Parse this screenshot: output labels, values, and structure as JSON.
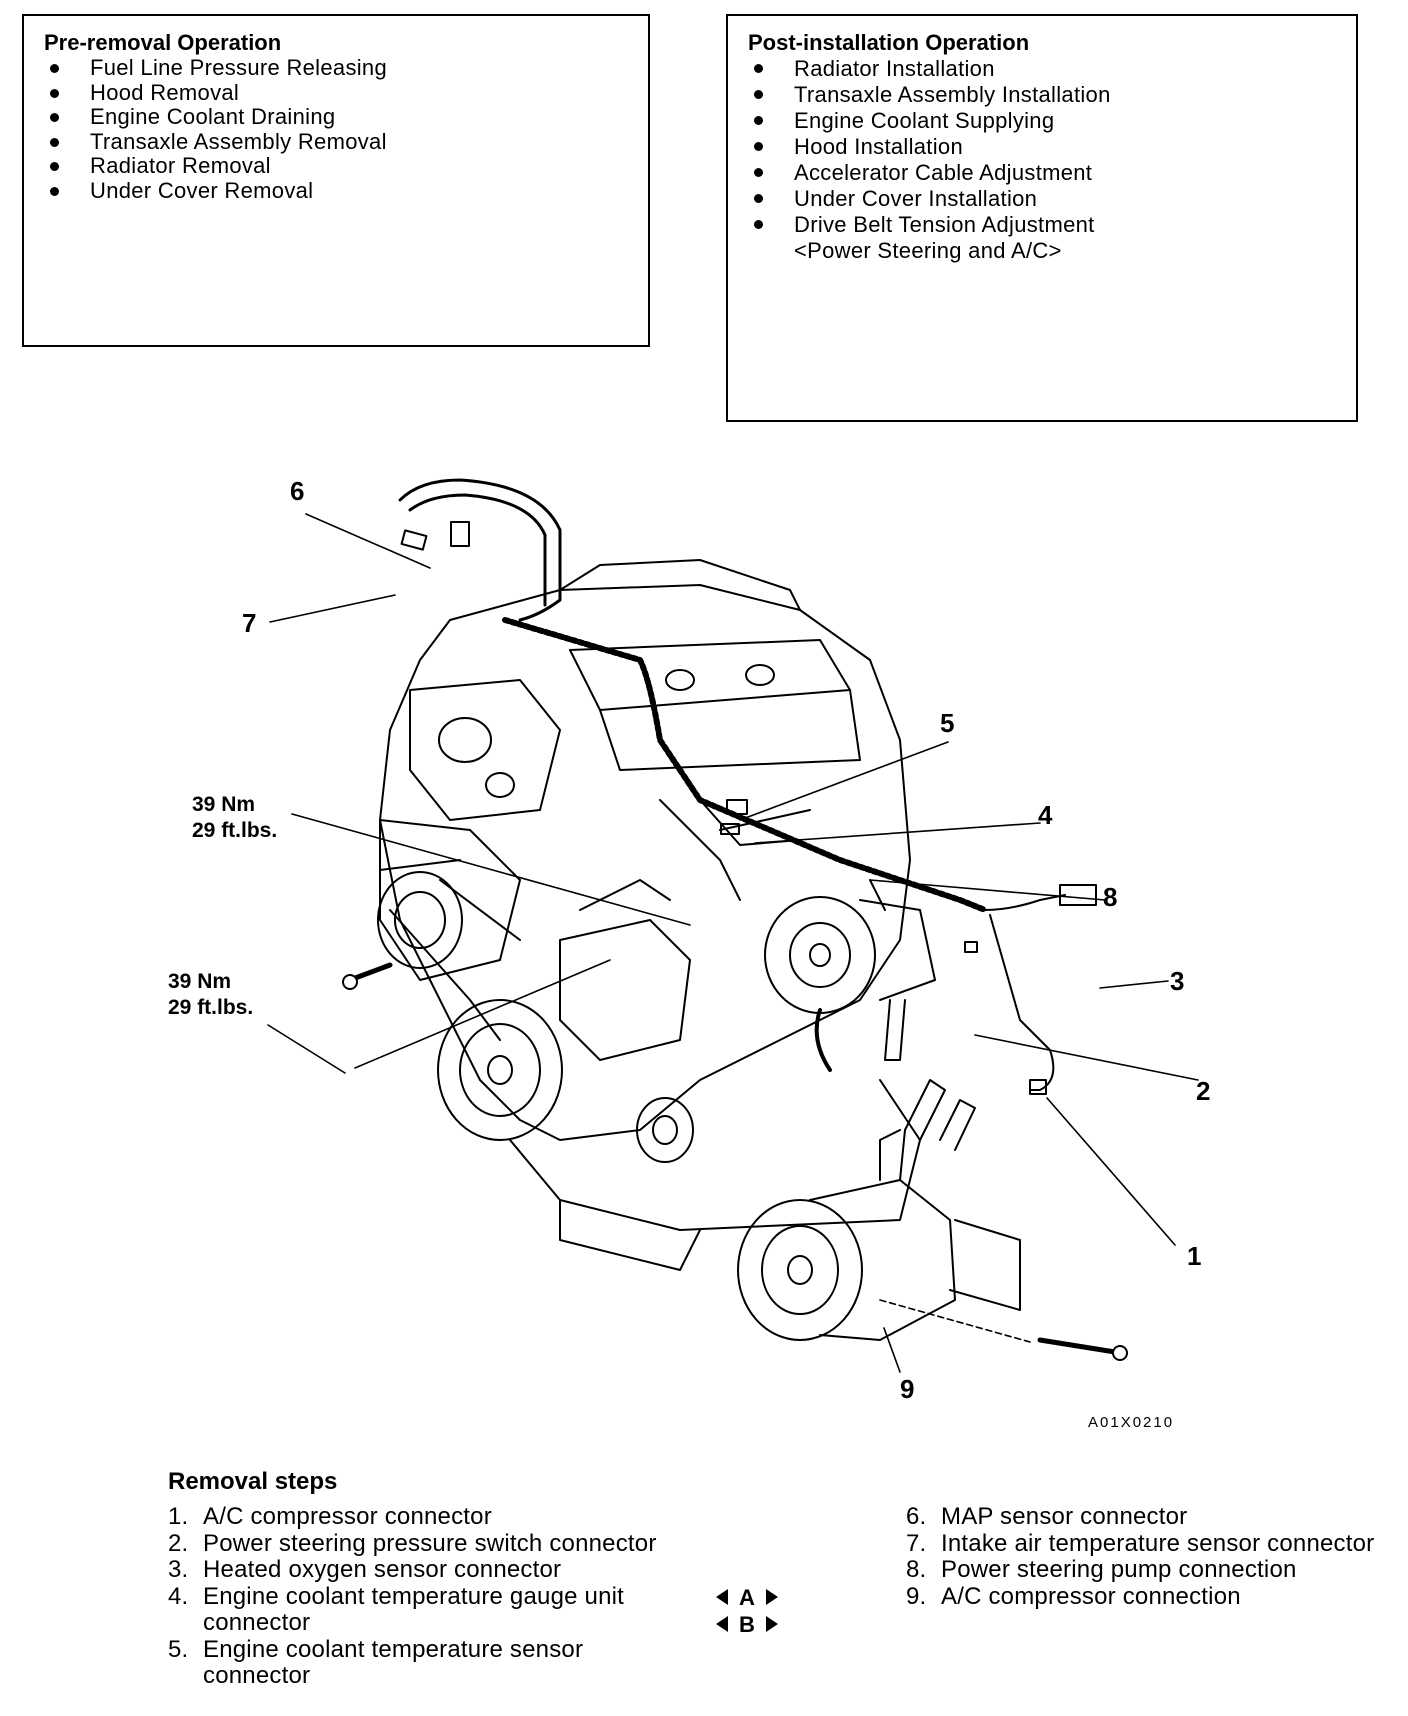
{
  "pre_removal": {
    "title": "Pre-removal Operation",
    "items": [
      "Fuel Line Pressure Releasing",
      "Hood Removal",
      "Engine Coolant Draining",
      "Transaxle Assembly Removal",
      "Radiator Removal",
      "Under Cover Removal"
    ]
  },
  "post_installation": {
    "title": "Post-installation Operation",
    "items": [
      "Radiator Installation",
      "Transaxle Assembly Installation",
      "Engine Coolant Supplying",
      "Hood Installation",
      "Accelerator Cable Adjustment",
      "Under Cover Installation",
      "Drive Belt Tension Adjustment",
      "<Power Steering and A/C>"
    ]
  },
  "diagram": {
    "callouts": [
      "1",
      "2",
      "3",
      "4",
      "5",
      "6",
      "7",
      "8",
      "9"
    ],
    "torque_upper": {
      "nm": "39 Nm",
      "ftlbs": "29 ft.lbs."
    },
    "torque_lower": {
      "nm": "39 Nm",
      "ftlbs": "29 ft.lbs."
    },
    "figure_code": "A01X0210"
  },
  "removal_steps": {
    "title": "Removal steps",
    "left": [
      {
        "num": "1.",
        "text": "A/C compressor connector"
      },
      {
        "num": "2.",
        "text": "Power steering pressure switch connector"
      },
      {
        "num": "3.",
        "text": "Heated oxygen sensor connector"
      },
      {
        "num": "4.",
        "text": "Engine coolant temperature gauge unit connector"
      },
      {
        "num": "5.",
        "text": "Engine coolant temperature sensor connector"
      }
    ],
    "right": [
      {
        "num": "6.",
        "text": "MAP sensor connector"
      },
      {
        "num": "7.",
        "text": "Intake air temperature sensor connector"
      },
      {
        "num": "8.",
        "text": "Power steering pump connection"
      },
      {
        "num": "9.",
        "text": "A/C compressor connection"
      }
    ],
    "markers": [
      "A",
      "B"
    ]
  }
}
